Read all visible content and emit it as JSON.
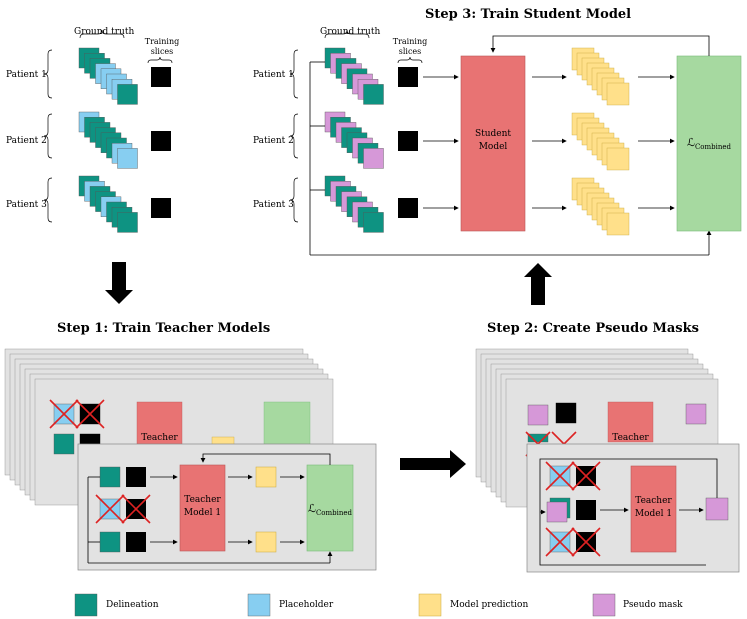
{
  "titles": {
    "step3": "Step 3:  Train Student Model",
    "step1": "Step 1:  Train Teacher Models",
    "step2": "Step 2:  Create Pseudo Masks"
  },
  "labels": {
    "ground_truth": "Ground truth",
    "training_slices": [
      "Training",
      "slices"
    ],
    "patients": [
      "Patient 1",
      "Patient 2",
      "Patient 3"
    ],
    "student_model": [
      "Student",
      "Model"
    ],
    "teacher_model": [
      "Teacher",
      "Model 1"
    ],
    "teacher_partial": "Teacher",
    "loss_combined": "ℒ",
    "loss_subscript": "Combined"
  },
  "legend": [
    {
      "label": "Delineation",
      "color": "#0e9382"
    },
    {
      "label": "Placeholder",
      "color": "#87cef1"
    },
    {
      "label": "Model prediction",
      "color": "#ffe08a"
    },
    {
      "label": "Pseudo mask",
      "color": "#d698d8"
    }
  ],
  "colors": {
    "delineation": "#0e9382",
    "placeholder": "#87cef1",
    "prediction": "#ffe08a",
    "pseudo": "#d698d8",
    "model": "#e87373",
    "loss": "#a6d9a0",
    "panel": "#e2e2e2"
  }
}
